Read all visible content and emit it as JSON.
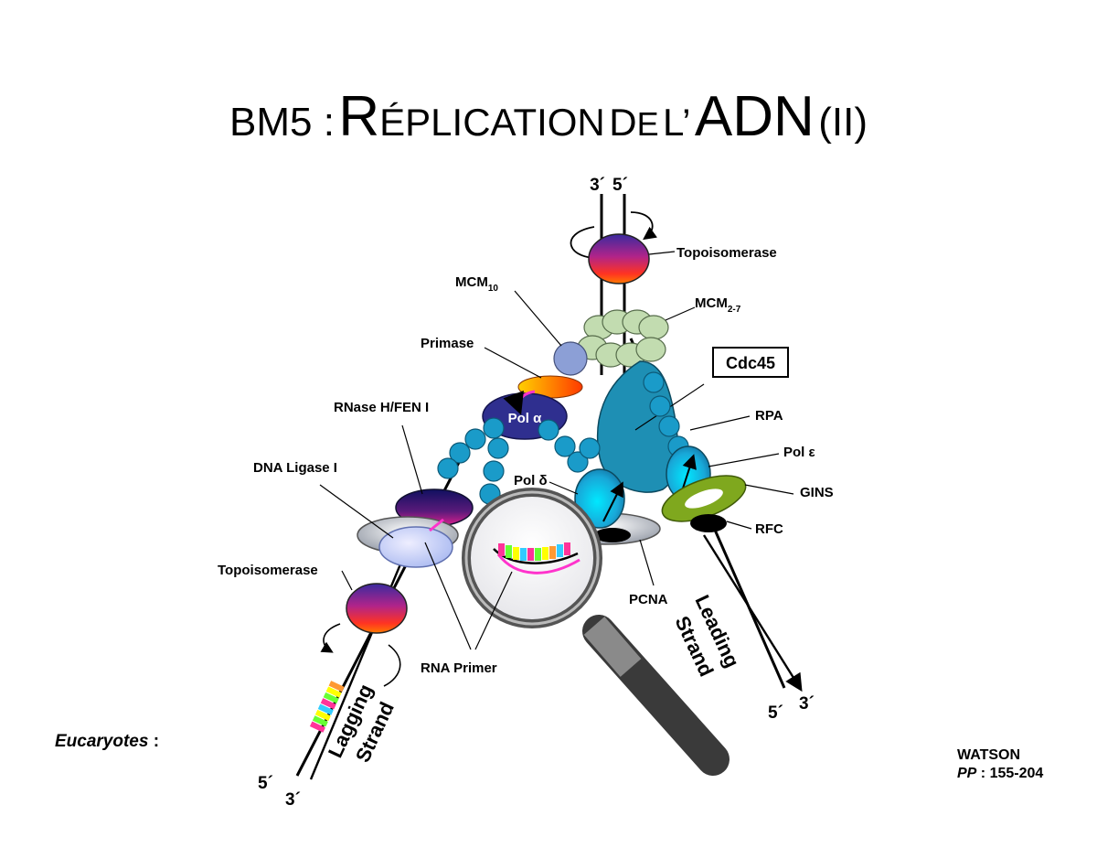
{
  "title": {
    "prefix": "BM5 :",
    "cap1": "R",
    "word1": "ÉPLICATION",
    "cap2": "D",
    "word2": "E",
    "cap3": "L",
    "apos": "’",
    "word3": "ADN",
    "suffix": "(II)"
  },
  "organism": {
    "label": "Eucaryotes",
    "sep": ":"
  },
  "reference": {
    "author": "WATSON",
    "pages_label": "PP",
    "pages_sep": ":",
    "pages": "155-204"
  },
  "labels": {
    "topo_top": "Topoisomerase",
    "mcm10_main": "MCM",
    "mcm10_sub": "10",
    "mcm27_main": "MCM",
    "mcm27_sub": "2-7",
    "primase": "Primase",
    "cdc45": "Cdc45",
    "rnase": "RNase H/FEN I",
    "rpa": "RPA",
    "pol_alpha": "Pol α",
    "pol_epsilon": "Pol ε",
    "dna_ligase": "DNA Ligase I",
    "pol_delta": "Pol δ",
    "gins": "GINS",
    "rfc": "RFC",
    "topo_bottom": "Topoisomerase",
    "pcna": "PCNA",
    "rna_primer": "RNA Primer",
    "leading_line1": "Leading",
    "leading_line2": "Strand",
    "lagging_line1": "Lagging",
    "lagging_line2": "Strand"
  },
  "strand_ends": {
    "top_left": "3´",
    "top_right": "5´",
    "right_5": "5´",
    "right_3": "3´",
    "left_5": "5´",
    "left_3": "3´"
  },
  "colors": {
    "rpa": "#1a9bc9",
    "cdc45": "#1e8fb4",
    "mcm27": "#c2dcb0",
    "mcm10": "#8c9fd6",
    "pol_alpha": "#2f2f8f",
    "gins": "#7fa81e",
    "clamp": "#c8ccd4"
  }
}
